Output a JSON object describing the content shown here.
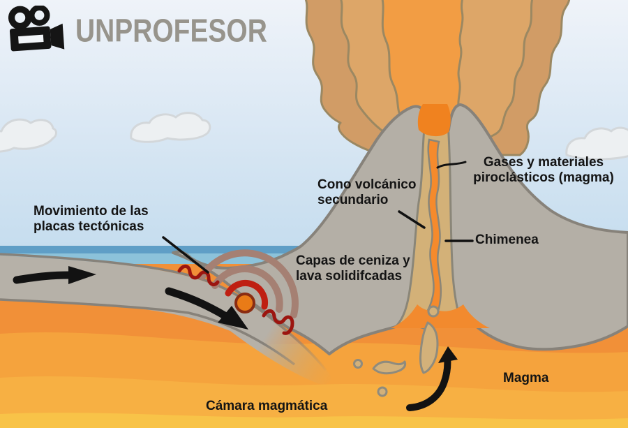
{
  "brand": {
    "name": "UNPROFESOR",
    "icon": "video-camera-icon"
  },
  "labels": {
    "plate_movement": [
      "Movimiento de las",
      "placas tectónicas"
    ],
    "secondary_cone": [
      "Cono volcánico",
      "secundario"
    ],
    "pyroclastic": [
      "Gases y materiales",
      "piroclásticos (magma)"
    ],
    "chimney": "Chimenea",
    "ash_lava_layers": [
      "Capas de ceniza y",
      "lava solidifcadas"
    ],
    "magma_chamber": "Cámara magmática",
    "magma": "Magma"
  },
  "colors": {
    "sky_top": "#eef3f9",
    "sky_bottom": "#c6ddee",
    "sea_dark": "#5f9ec6",
    "sea_light": "#8cc2da",
    "rock_gray": "#b4afa6",
    "rock_outline": "#87827a",
    "mantle_1": "#f19038",
    "mantle_2": "#f5a33d",
    "mantle_3": "#f7b043",
    "mantle_4": "#f8c348",
    "plume_outer": "#d19c66",
    "plume_mid": "#dda668",
    "plume_core": "#f29d44",
    "vent_magma": "#f0821f",
    "conduit_tan": "#d3b178",
    "epicenter_orange": "#e97b17",
    "quake_red": "#bf1f12",
    "quake_mauve": "#a58073",
    "label_text": "#141414"
  }
}
